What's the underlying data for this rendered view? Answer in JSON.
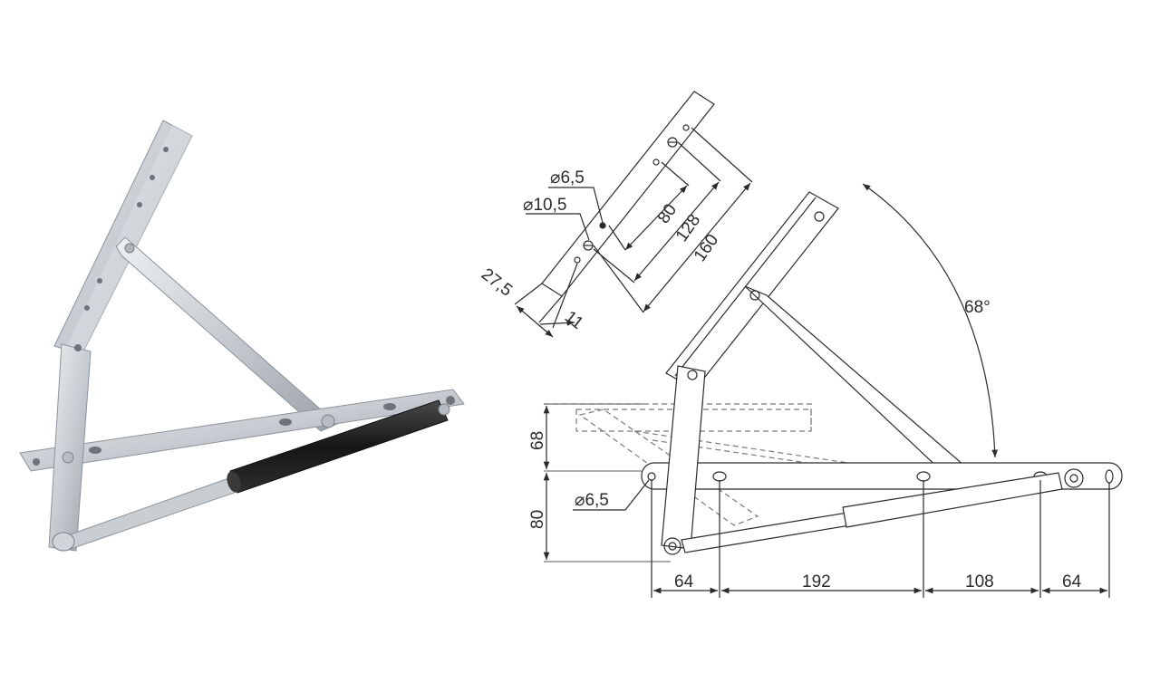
{
  "colors": {
    "metal_light": "#e4e7ea",
    "metal_mid": "#c3c8cd",
    "metal_dark": "#8c9399",
    "gas_body": "#1c1c1c",
    "line": "#2b2b2b",
    "dashed": "#7a7a7a"
  },
  "bracket_detail": {
    "hole_small": "⌀6,5",
    "hole_large": "⌀10,5",
    "offset_a": "27,5",
    "offset_b": "11",
    "dist_80": "80",
    "dist_128": "128",
    "dist_160": "160"
  },
  "main_drawing": {
    "angle": "68°",
    "height_upper": "68",
    "height_lower": "80",
    "hole_base": "⌀6,5",
    "spacing": [
      "64",
      "192",
      "108",
      "64"
    ]
  }
}
